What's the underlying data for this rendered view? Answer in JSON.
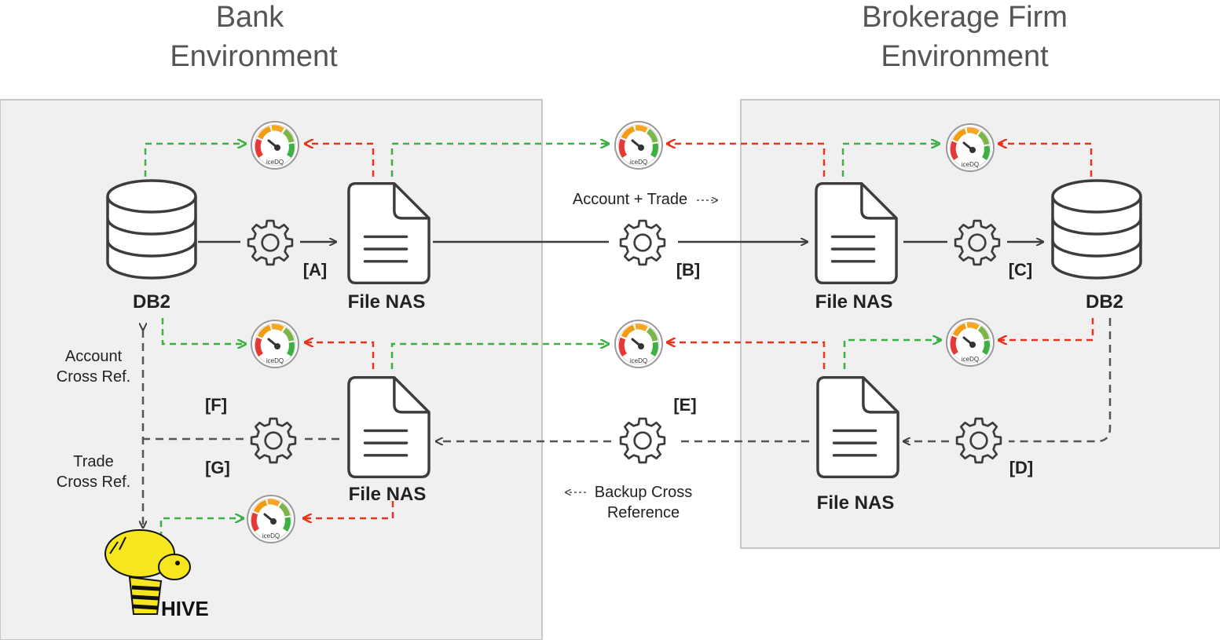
{
  "environments": {
    "bank": {
      "title_line1": "Bank",
      "title_line2": "Environment"
    },
    "broker": {
      "title_line1": "Brokerage Firm",
      "title_line2": "Environment"
    }
  },
  "nodes": {
    "bank_db": "DB2",
    "bank_file_top": "File NAS",
    "bank_file_bottom": "File NAS",
    "broker_file_top": "File NAS",
    "broker_db": "DB2",
    "broker_file_bottom": "File NAS",
    "hive": "HIVE"
  },
  "steps": {
    "a": "[A]",
    "b": "[B]",
    "c": "[C]",
    "d": "[D]",
    "e": "[E]",
    "f": "[F]",
    "g": "[G]"
  },
  "notes": {
    "account_trade": "Account + Trade",
    "account_cross_1": "Account",
    "account_cross_2": "Cross Ref.",
    "trade_cross_1": "Trade",
    "trade_cross_2": "Cross Ref.",
    "backup_1": "Backup Cross",
    "backup_2": "Reference"
  },
  "gauge_label": "iceDQ",
  "colors": {
    "panel": "#f0f0f0",
    "panel_border": "#c8c8c8",
    "icon_stroke": "#3c3c3c",
    "green_arrow": "#3cb043",
    "red_arrow": "#e8341c",
    "hive_yellow": "#f5e61e"
  },
  "icons": {
    "database": "database-icon",
    "file": "file-icon",
    "gear": "gear-icon",
    "gauge": "gauge-icon",
    "hive": "hive-logo"
  }
}
